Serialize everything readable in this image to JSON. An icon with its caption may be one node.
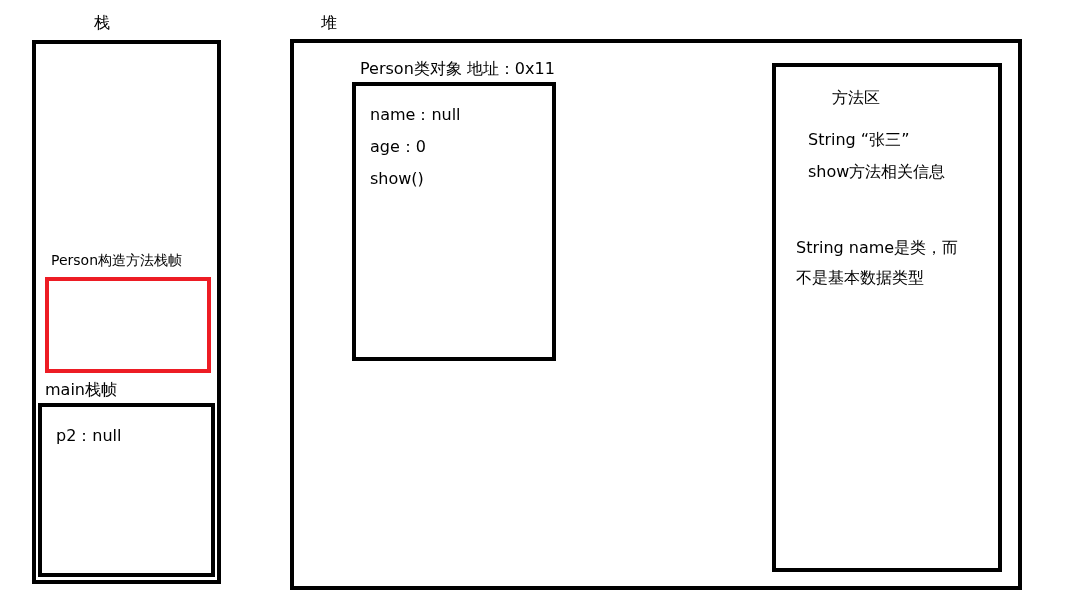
{
  "diagram": {
    "nodes": [
      {
        "text": [
          "栈"
        ]
      },
      {
        "text": [
          "Person构造方法栈帧"
        ],
        "in": 0
      },
      {
        "text": [
          "main栈帧",
          "p2：null"
        ],
        "in": 0
      },
      {
        "text": [
          "堆"
        ]
      },
      {
        "text": [
          "Person类对象 地址：0x11",
          "name：null",
          "age：0",
          "show()"
        ],
        "in": 3
      },
      {
        "text": [
          "方法区",
          "String “张三”",
          "show方法相关信息",
          "String name是类，而不是基本数据类型"
        ],
        "in": 3
      }
    ]
  }
}
